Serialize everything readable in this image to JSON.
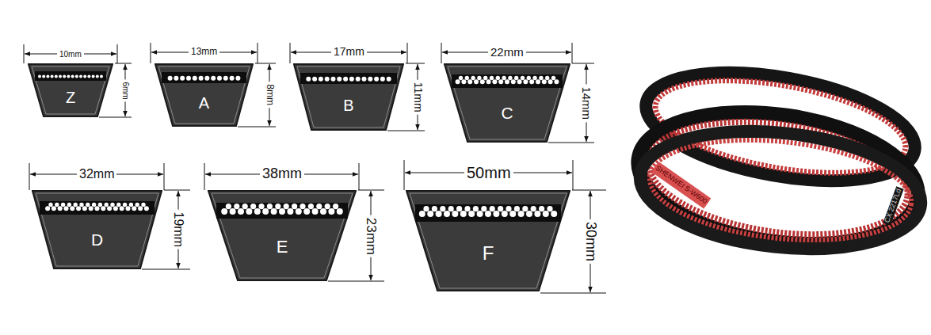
{
  "diagram": {
    "nodes": [
      {
        "text": [
          "Z"
        ]
      },
      {
        "text": [
          "A"
        ]
      },
      {
        "text": [
          "B"
        ]
      },
      {
        "text": [
          "C"
        ]
      },
      {
        "text": [
          "D"
        ]
      },
      {
        "text": [
          "E"
        ]
      },
      {
        "text": [
          "F"
        ]
      }
    ],
    "labels": [
      "10mm",
      "6mm",
      "13mm",
      "8mm",
      "17mm",
      "11mm",
      "22mm",
      "14mm",
      "32mm",
      "19mm",
      "38mm",
      "23mm",
      "50mm",
      "30mm",
      "SHENWEI S-W600",
      "CX 2217Ld"
    ]
  }
}
